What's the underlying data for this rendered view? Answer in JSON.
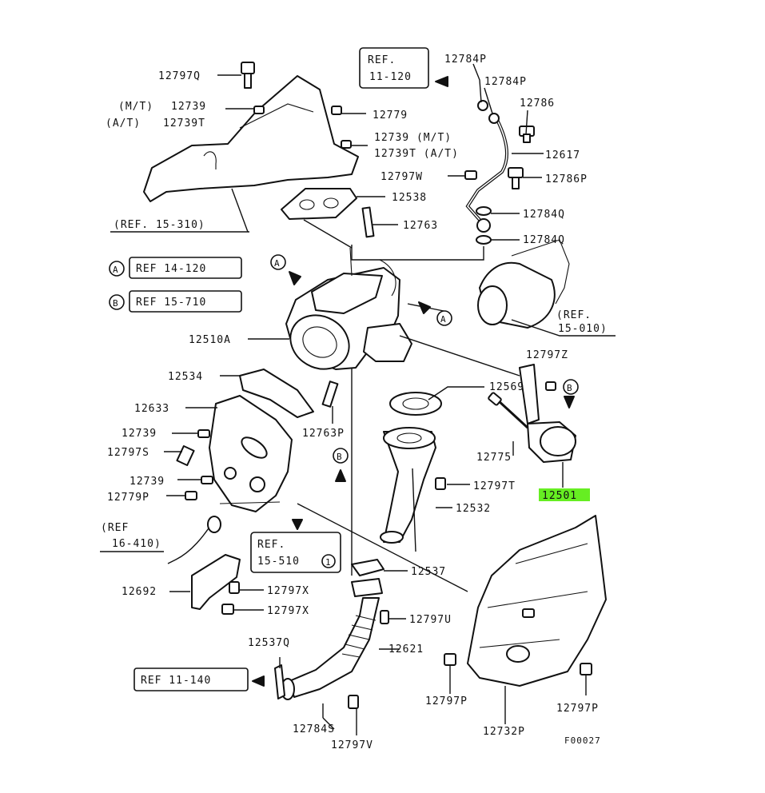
{
  "diagram": {
    "figure_code": "F00027",
    "highlight_color": "#66ee22",
    "line_color": "#111111",
    "callouts": {
      "p12797Q": "12797Q",
      "p12739mt_prefix": "(M/T)",
      "p12739mt": "12739",
      "p12739at_prefix": "(A/T)",
      "p12739T_at": "12739T",
      "p12779": "12779",
      "p12739_top2": "12739 (M/T)",
      "p12739T_top2": "12739T (A/T)",
      "p12797W": "12797W",
      "p12538": "12538",
      "p12763": "12763",
      "p12784P_a": "12784P",
      "p12784P_b": "12784P",
      "p12786": "12786",
      "p12617": "12617",
      "p12786P": "12786P",
      "p12784Q_a": "12784Q",
      "p12784Q_b": "12784Q",
      "p12510A": "12510A",
      "p12797Z": "12797Z",
      "p12534": "12534",
      "p12569": "12569",
      "p12633": "12633",
      "p12739_l1": "12739",
      "p12797S": "12797S",
      "p12763P": "12763P",
      "p12775": "12775",
      "p12739_l2": "12739",
      "p12779P": "12779P",
      "p12797T": "12797T",
      "p12501": "12501",
      "p12532": "12532",
      "p12537": "12537",
      "p12692": "12692",
      "p12797X_a": "12797X",
      "p12797X_b": "12797X",
      "p12797U": "12797U",
      "p12537Q": "12537Q",
      "p12621": "12621",
      "p12797P_a": "12797P",
      "p12797P_b": "12797P",
      "p12784S": "12784S",
      "p12797V": "12797V",
      "p12732P": "12732P"
    },
    "refs": {
      "ref_label": "REF.",
      "ref_11_120": "11-120",
      "ref_15_310": "(REF. 15-310)",
      "ref_a_box": "REF 14-120",
      "ref_b_box": "REF 15-710",
      "ref_15_010_a": "(REF.",
      "ref_15_010_b": "15-010)",
      "ref_16_410_a": "(REF",
      "ref_16_410_b": "16-410)",
      "ref_15_510": "15-510",
      "ref_15_510_num": "1",
      "ref_11_140": "REF 11-140"
    },
    "markers": {
      "A": "A",
      "B": "B"
    }
  }
}
